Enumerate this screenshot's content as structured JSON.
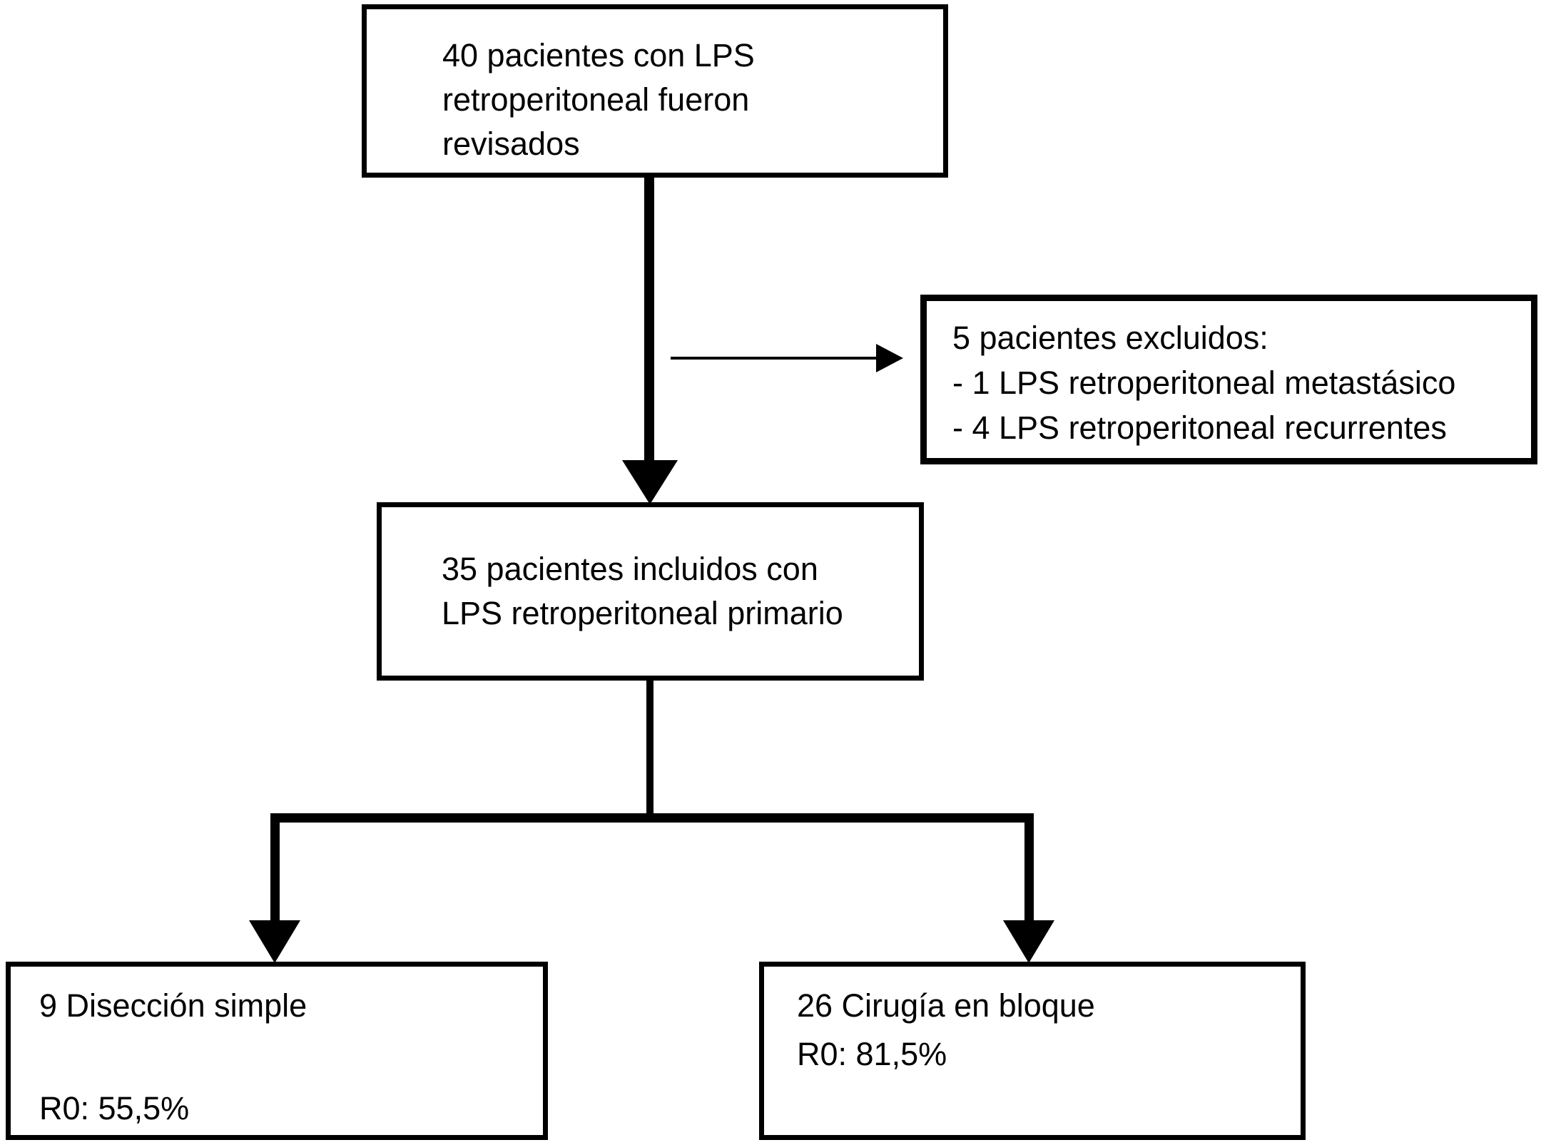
{
  "figure": {
    "type": "flowchart",
    "colors": {
      "background": "#ffffff",
      "line": "#000000",
      "box_border": "#000000",
      "text": "#000000"
    },
    "boxes": {
      "reviewed": {
        "lines": [
          "40 pacientes con LPS",
          "retroperitoneal fueron",
          "revisados"
        ]
      },
      "excluded": {
        "lines": [
          "5 pacientes excluidos:",
          "- 1 LPS retroperitoneal metastásico",
          "- 4 LPS retroperitoneal recurrentes"
        ]
      },
      "included": {
        "lines": [
          "35 pacientes incluidos con",
          "LPS retroperitoneal primario"
        ]
      },
      "simple_dissection": {
        "label": "9 Disección simple",
        "result": "R0: 55,5%"
      },
      "en_bloc_surgery": {
        "label": "26 Cirugía en bloque",
        "result": "R0: 81,5%"
      }
    }
  }
}
